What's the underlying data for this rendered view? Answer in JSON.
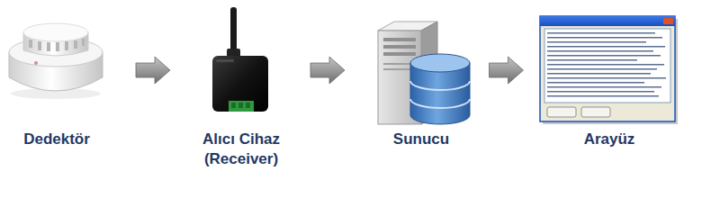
{
  "diagram": {
    "nodes": [
      {
        "text": [
          "Dedektör"
        ]
      },
      {
        "text": [
          "Alıcı Cihaz (Receiver)"
        ]
      },
      {
        "text": [
          "Sunucu"
        ]
      },
      {
        "text": [
          "Arayüz"
        ]
      }
    ],
    "edges": [
      {
        "from": 0,
        "to": 1,
        "arrow": "to"
      },
      {
        "from": 1,
        "to": 2,
        "arrow": "to"
      },
      {
        "from": 2,
        "to": 3,
        "arrow": "to"
      }
    ]
  }
}
